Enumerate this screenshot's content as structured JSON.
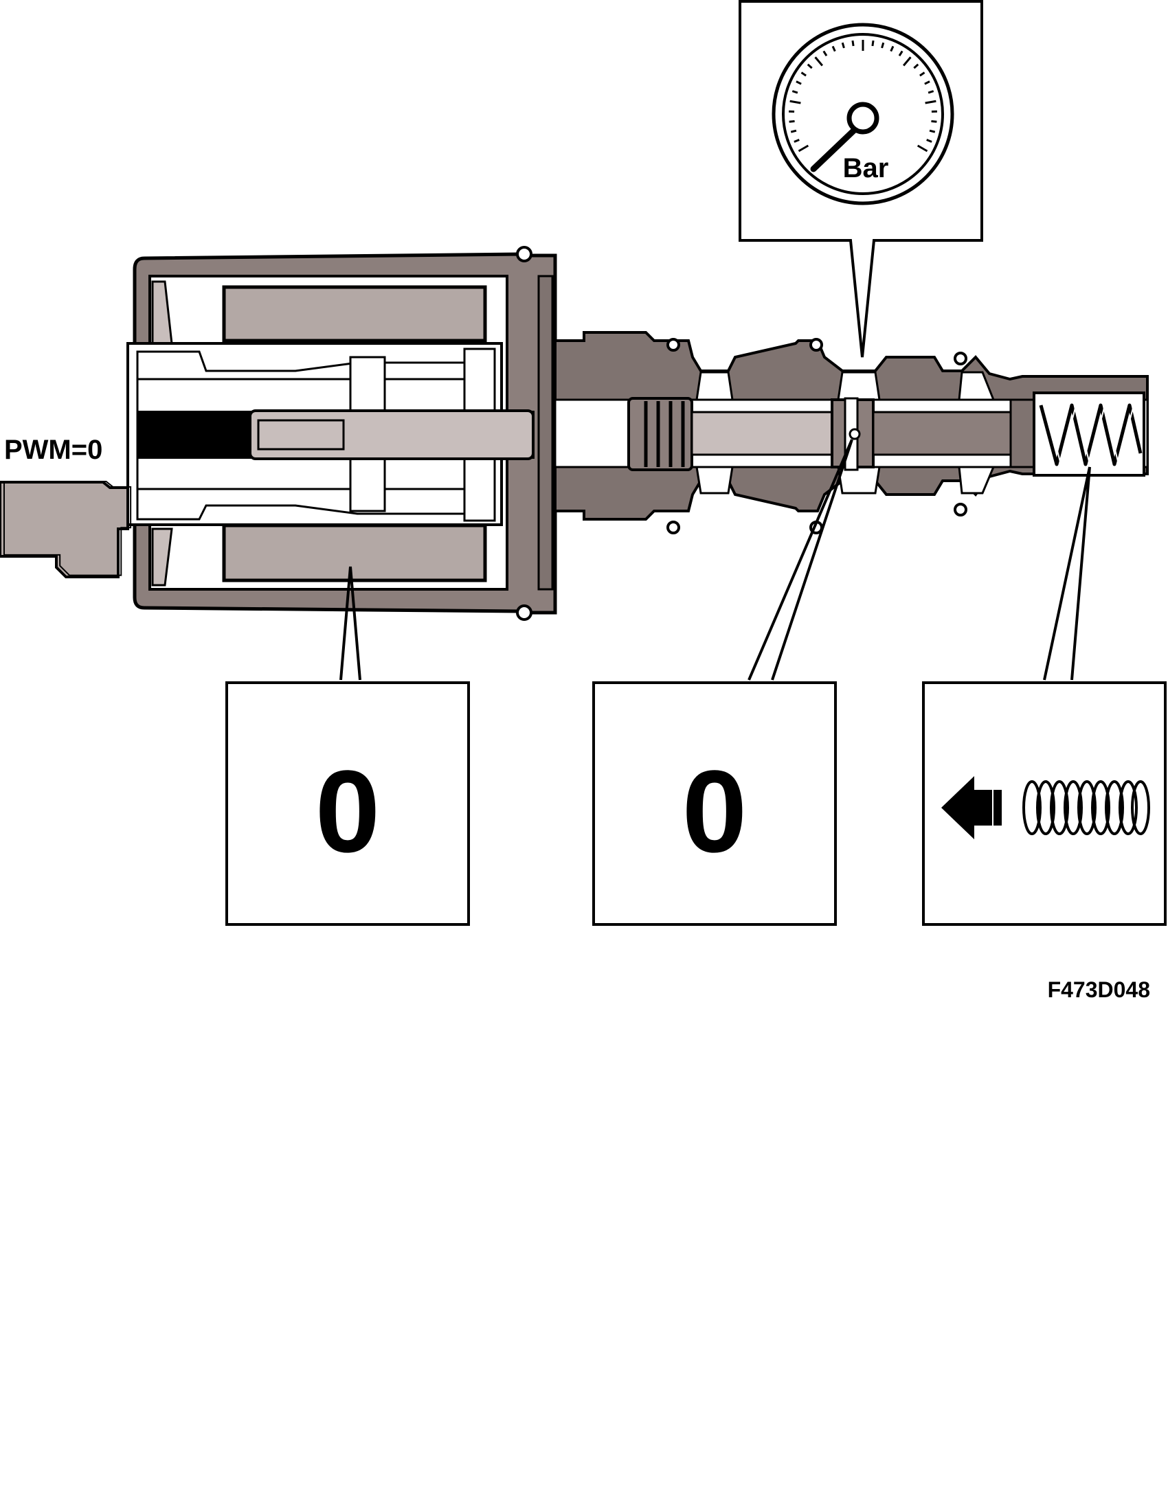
{
  "labels": {
    "pwm": "PWM=0",
    "gauge_unit": "Bar",
    "box_current_value": "0",
    "box_pressure_value": "0",
    "figure_code": "F473D048"
  },
  "icons": {
    "gauge": "pressure-gauge-icon",
    "spring": "spring-icon",
    "arrow": "arrow-left-icon"
  },
  "colors": {
    "housing": "#8c7f7c",
    "coil": "#b3a8a5",
    "core": "#c8bebc",
    "body": "#7f7370",
    "outline": "#000000",
    "light": "#ffffff"
  }
}
